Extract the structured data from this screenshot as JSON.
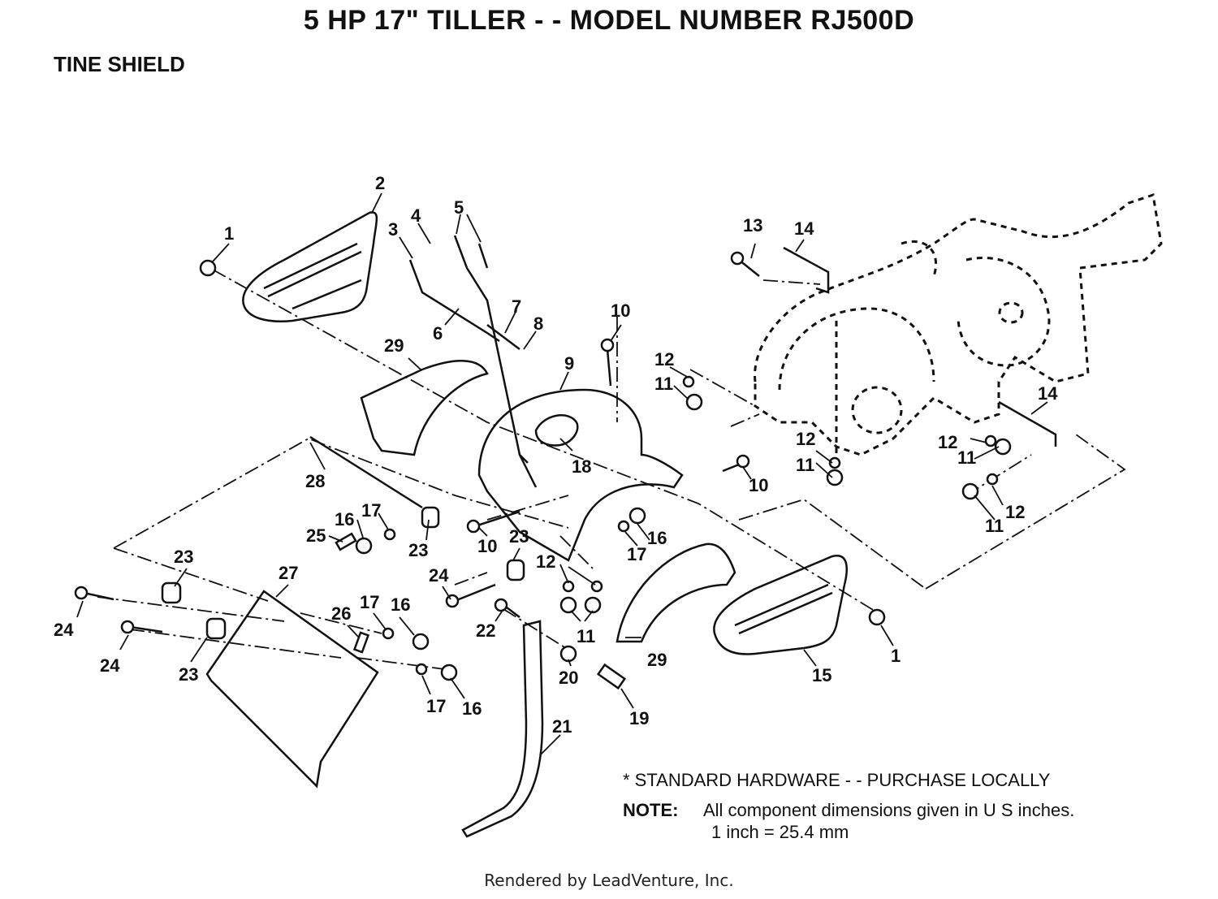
{
  "header": {
    "title": "5 HP 17\" TILLER - - MODEL NUMBER RJ500D",
    "subtitle": "TINE SHIELD"
  },
  "callouts": [
    "1",
    "2",
    "3",
    "4",
    "5",
    "6",
    "7",
    "8",
    "9",
    "10",
    "11",
    "12",
    "13",
    "14",
    "15",
    "16",
    "17",
    "18",
    "19",
    "20",
    "21",
    "22",
    "23",
    "24",
    "25",
    "26",
    "27",
    "28",
    "29"
  ],
  "notes": {
    "standard_hardware": "* STANDARD HARDWARE - - PURCHASE LOCALLY",
    "note_label": "NOTE:",
    "note_text": "All component dimensions given in U S  inches.",
    "conversion": "1 inch = 25.4 mm"
  },
  "footer": {
    "rendered_by": "Rendered by LeadVenture, Inc."
  }
}
